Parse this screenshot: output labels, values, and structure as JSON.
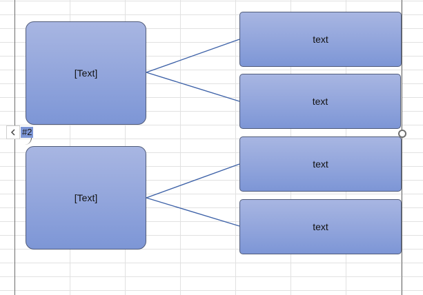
{
  "smartart": {
    "groups": [
      {
        "label": "[Text]",
        "children": [
          "text",
          "text"
        ]
      },
      {
        "label": "[Text]",
        "children": [
          "text",
          "text"
        ]
      }
    ],
    "text_pane_toggle": {
      "icon": "chevron-left-icon",
      "badge": "#2"
    }
  },
  "colors": {
    "shape_fill_top": "#a8b6e2",
    "shape_fill_bottom": "#7d96d6",
    "shape_border": "#4f5a78",
    "connector": "#3e62a8",
    "grid": "#e1e1e1"
  }
}
